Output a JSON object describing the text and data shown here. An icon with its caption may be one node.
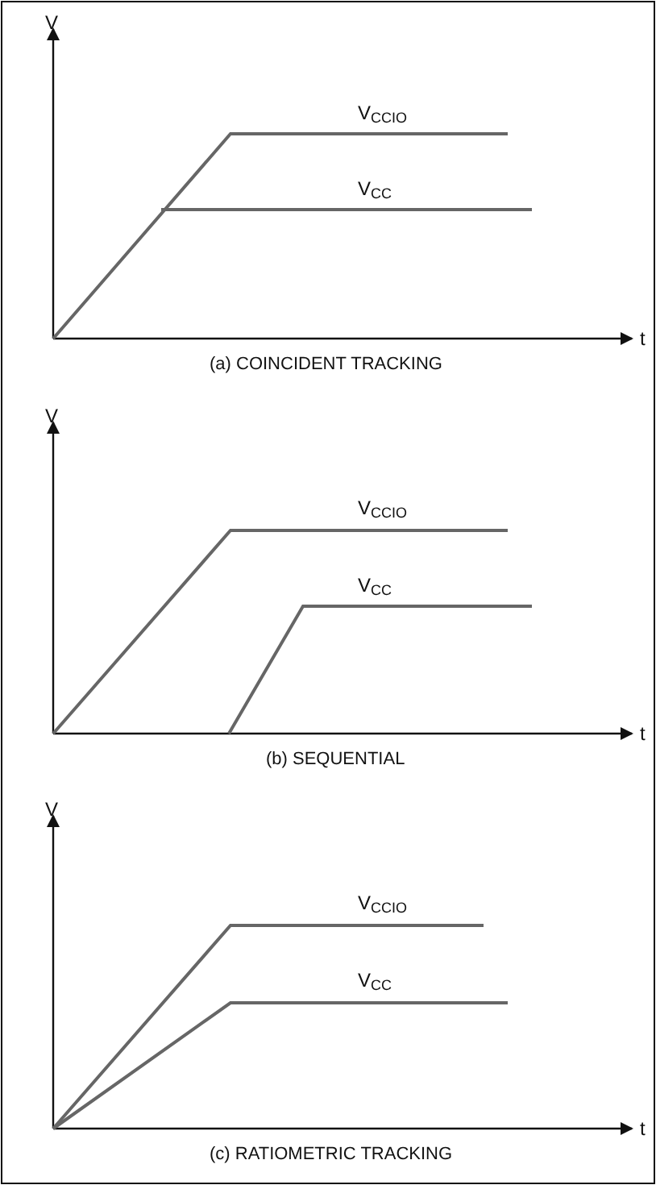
{
  "diagram": {
    "labels": [
      "V",
      "V$_{CCIO}$",
      "V$_{CC}$",
      "t",
      "(a) COINCIDENT TRACKING",
      "V",
      "V$_{CCIO}$",
      "V$_{CC}$",
      "t",
      "(b) SEQUENTIAL",
      "V",
      "V$_{CCIO}$",
      "V$_{CC}$",
      "t",
      "(c) RATIOMETRIC TRACKING"
    ]
  }
}
